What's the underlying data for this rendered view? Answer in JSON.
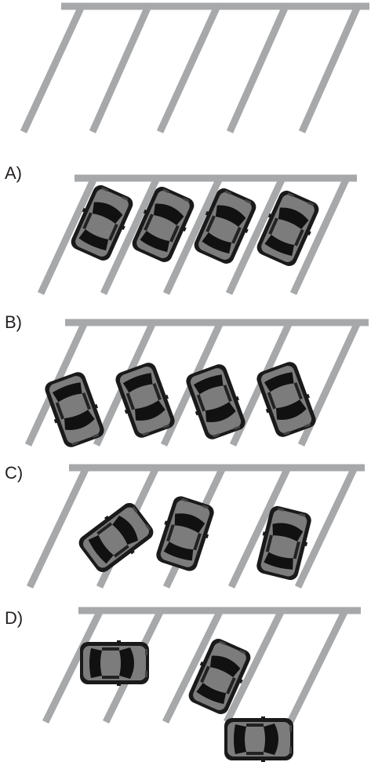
{
  "options": [
    {
      "id": "A",
      "label": "A)"
    },
    {
      "id": "B",
      "label": "B)"
    },
    {
      "id": "C",
      "label": "C)"
    },
    {
      "id": "D",
      "label": "D)"
    }
  ],
  "colors": {
    "lot_lines": "#a6a8aa",
    "car_body": "#1a1a1a",
    "car_panel": "#7a7a7a",
    "car_glass": "#111111"
  },
  "icons": [
    "parking-lot-diagram",
    "car-top-view-icon"
  ]
}
